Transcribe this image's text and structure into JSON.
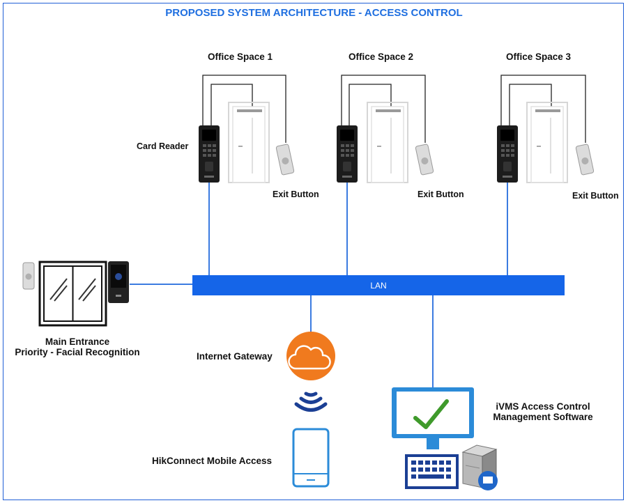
{
  "title": "PROPOSED SYSTEM ARCHITECTURE - ACCESS CONTROL",
  "offices": [
    {
      "name": "Office Space 1",
      "reader_label": "Card Reader",
      "exit_label": "Exit Button"
    },
    {
      "name": "Office Space 2",
      "exit_label": "Exit Button"
    },
    {
      "name": "Office Space 3",
      "exit_label": "Exit Button"
    }
  ],
  "lan_label": "LAN",
  "main_entrance": {
    "line1": "Main Entrance",
    "line2": "Priority - Facial Recognition"
  },
  "internet_gateway": "Internet Gateway",
  "mobile_access": "HikConnect Mobile Access",
  "software": {
    "line1": "iVMS Access Control",
    "line2": "Management Software"
  },
  "colors": {
    "frame": "#1f5fd6",
    "title": "#1f6fe0",
    "lan": "#1565e8",
    "link": "#3b7be0",
    "cloud": "#f07a1e",
    "monitor": "#2b8bd8",
    "check": "#3f9a2b"
  }
}
